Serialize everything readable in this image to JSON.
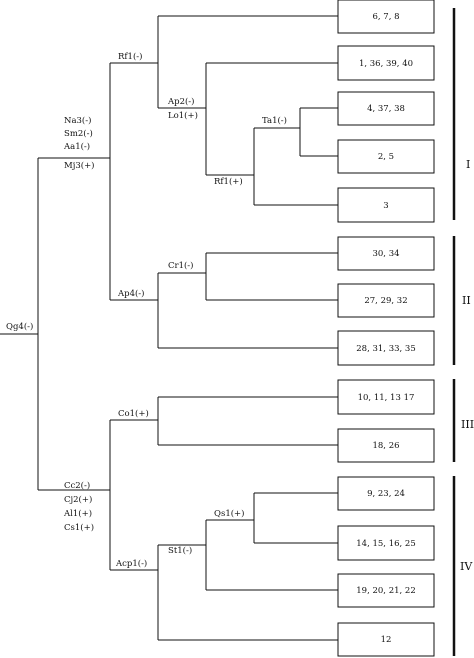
{
  "root": {
    "label": "Qg4(-)"
  },
  "branches": {
    "upper": {
      "labels": [
        "Na3(-)",
        "Sm2(-)",
        "Aa1(-)",
        "Mj3(+)"
      ],
      "sub_a": {
        "label": "Rf1(-)",
        "node_ap2": {
          "labels": [
            "Ap2(-)",
            "Lo1(+)"
          ],
          "node_rf1": {
            "label": "Rf1(+)",
            "node_ta1": {
              "label": "Ta1(-)"
            }
          }
        }
      },
      "sub_b": {
        "label": "Ap4(-)",
        "node_cr1": {
          "label": "Cr1(-)"
        }
      }
    },
    "lower": {
      "labels": [
        "Cc2(-)",
        "Cj2(+)",
        "Al1(+)",
        "Cs1(+)"
      ],
      "sub_c": {
        "label": "Co1(+)"
      },
      "sub_d": {
        "label": "Acp1(-)",
        "node_st1": {
          "label": "St1(-)",
          "node_qs1": {
            "label": "Qs1(+)"
          }
        }
      }
    }
  },
  "leaves": [
    "6, 7, 8",
    "1, 36, 39, 40",
    "4, 37, 38",
    "2, 5",
    "3",
    "30, 34",
    "27, 29, 32",
    "28, 31, 33, 35",
    "10, 11, 13 17",
    "18, 26",
    "9, 23, 24",
    "14, 15, 16, 25",
    "19, 20, 21, 22",
    "12"
  ],
  "groups": [
    "I",
    "II",
    "III",
    "IV"
  ]
}
